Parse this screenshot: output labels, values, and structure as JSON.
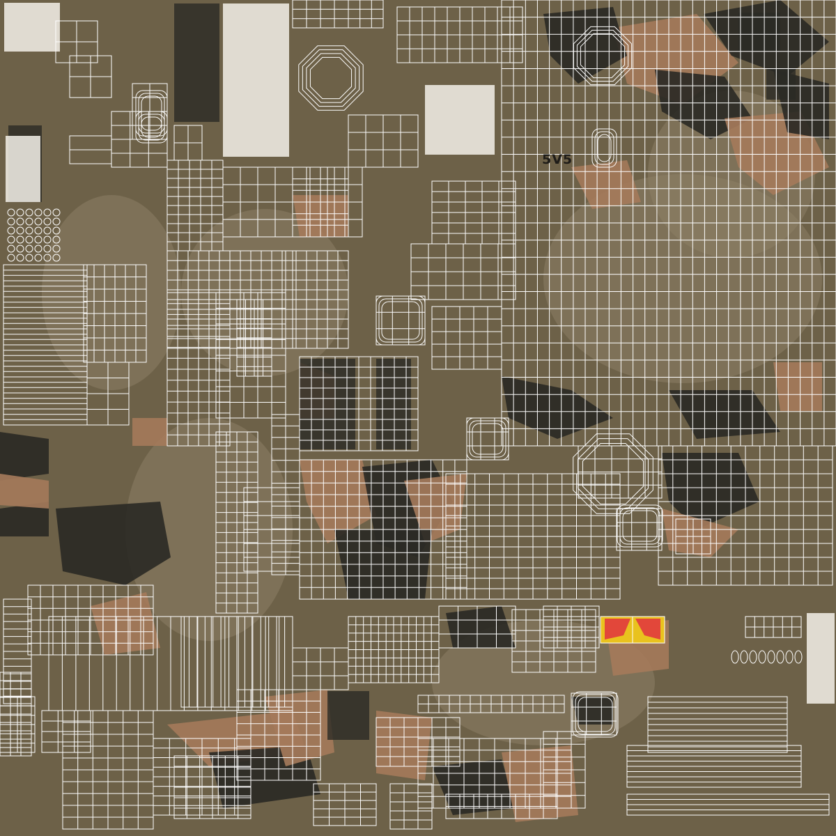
{
  "texture": {
    "kind": "uv-layout-wireframe",
    "pattern": "camouflage",
    "marking_text": "5V5",
    "label_decal_colors": {
      "red": "#e2473a",
      "yellow": "#e9c21e"
    }
  },
  "colors": {
    "base_olive": "#6d6148",
    "light_olive": "#8d8066",
    "tan": "#a47a5a",
    "dark": "#2b2a25",
    "wire": "#ffffff"
  }
}
